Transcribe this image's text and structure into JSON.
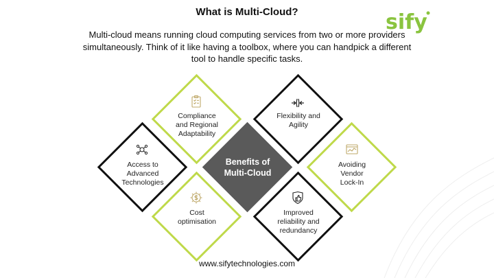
{
  "brand": {
    "logo_text": "sify",
    "accent": "#8ac43f",
    "green_border": "#bfd94a",
    "dark_border": "#111111",
    "center_fill": "#5a5a5a"
  },
  "header": {
    "title": "What is Multi-Cloud?",
    "description": "Multi-cloud means running cloud computing services from two or more providers simultaneously. Think of it like having a toolbox, where you can handpick a different tool to handle specific tasks."
  },
  "center": {
    "line1": "Benefits of",
    "line2": "Multi-Cloud"
  },
  "benefits": {
    "compliance": {
      "line1": "Compliance",
      "line2": "and Regional",
      "line3": "Adaptability",
      "icon": "checklist-icon"
    },
    "flexibility": {
      "line1": "Flexibility and",
      "line2": "Agility",
      "icon": "arrows-expand-icon"
    },
    "advanced": {
      "line1": "Access to",
      "line2": "Advanced",
      "line3": "Technologies",
      "icon": "brain-network-icon"
    },
    "vendor": {
      "line1": "Avoiding",
      "line2": "Vendor",
      "line3": "Lock-In",
      "icon": "browser-chart-icon"
    },
    "cost": {
      "line1": "Cost",
      "line2": "optimisation",
      "icon": "dollar-gear-icon"
    },
    "reliability": {
      "line1": "Improved",
      "line2": "reliability and",
      "line3": "redundancy",
      "icon": "shield-thumb-icon"
    }
  },
  "footer": {
    "url": "www.sifytechnologies.com"
  }
}
